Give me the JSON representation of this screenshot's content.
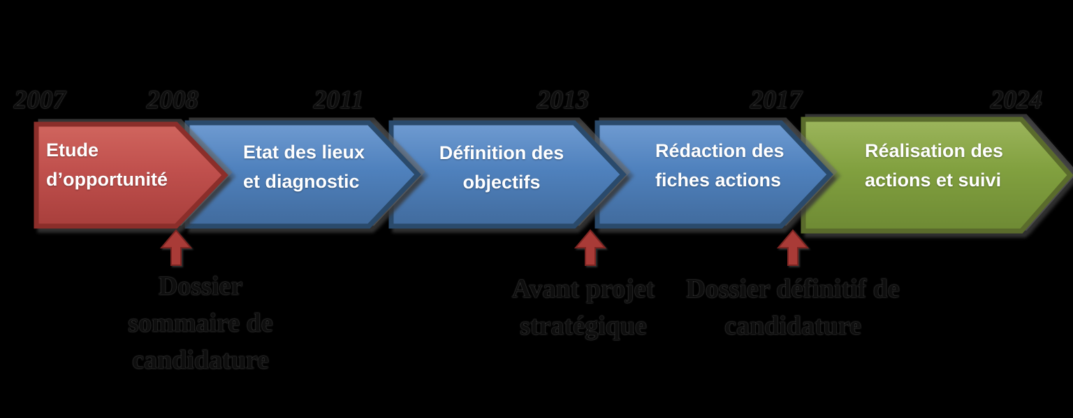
{
  "diagram": {
    "title": "project-phases-timeline",
    "years": [
      "2007",
      "2008",
      "2011",
      "2013",
      "2017",
      "2024"
    ],
    "phases": [
      {
        "id": "etude-opportunite",
        "line1": "Etude",
        "line2": "d’opportunité",
        "color": "#c0504d"
      },
      {
        "id": "etat-des-lieux",
        "line1": "Etat des lieux",
        "line2": "et diagnostic",
        "color": "#4f81bd"
      },
      {
        "id": "definition-objectifs",
        "line1": "Définition des",
        "line2": "objectifs",
        "color": "#4f81bd"
      },
      {
        "id": "redaction-fiches",
        "line1": "Rédaction des",
        "line2": "fiches actions",
        "color": "#4f81bd"
      },
      {
        "id": "realisation-suivi",
        "line1": "Réalisation des",
        "line2": "actions et suivi",
        "color": "#81a03f"
      }
    ],
    "annotations": [
      [
        "Dossier",
        "sommaire de",
        "candidature"
      ],
      [
        "Avant projet",
        "stratégique"
      ],
      [
        "Dossier définitif de",
        "candidature"
      ]
    ],
    "colors": {
      "background": "#000000",
      "phase_red": "#c0504d",
      "phase_red_border": "#8b2e2a",
      "phase_blue": "#4f81bd",
      "phase_blue_border": "#2a4a6b",
      "phase_green": "#81a03f",
      "phase_green_border": "#5a6b2c",
      "marker_red": "#a93b37",
      "label_text": "#ffffff",
      "annotation_text": "#0e0e0e"
    }
  }
}
